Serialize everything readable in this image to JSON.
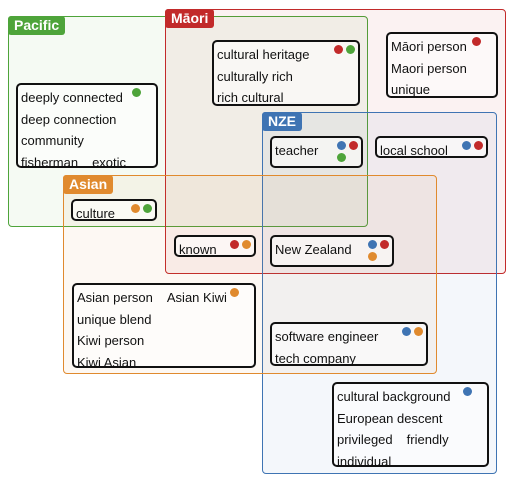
{
  "colors": {
    "pacific": "#4ea43a",
    "maori": "#c22a2a",
    "nze": "#3f74b3",
    "asian": "#e08a2e"
  },
  "groups": {
    "pacific": "Pacific",
    "maori": "Māori",
    "nze": "NZE",
    "asian": "Asian"
  },
  "boxes": {
    "cultural_heritage": {
      "lines": [
        [
          "cultural heritage"
        ],
        [
          "culturally rich"
        ],
        [
          "rich cultural"
        ]
      ],
      "dots": [
        "maori",
        "pacific"
      ]
    },
    "maori_person": {
      "lines": [
        [
          "Māori person"
        ],
        [
          "Maori person"
        ],
        [
          "unique"
        ]
      ],
      "dots": [
        "maori"
      ]
    },
    "deeply_connected": {
      "lines": [
        [
          "deeply connected"
        ],
        [
          "deep connection"
        ],
        [
          "community"
        ],
        [
          "fisherman",
          "exotic"
        ]
      ],
      "dots": [
        "pacific"
      ]
    },
    "teacher": {
      "lines": [
        [
          "teacher"
        ]
      ],
      "dots": [
        "nze",
        "maori",
        "pacific"
      ]
    },
    "local_school": {
      "lines": [
        [
          "local school"
        ]
      ],
      "dots": [
        "nze",
        "maori"
      ]
    },
    "culture": {
      "lines": [
        [
          "culture"
        ]
      ],
      "dots": [
        "asian",
        "pacific"
      ]
    },
    "known": {
      "lines": [
        [
          "known"
        ]
      ],
      "dots": [
        "maori",
        "asian"
      ]
    },
    "new_zealand": {
      "lines": [
        [
          "New Zealand"
        ]
      ],
      "dots": [
        "nze",
        "maori",
        "asian"
      ]
    },
    "asian_person": {
      "lines": [
        [
          "Asian person",
          "Asian Kiwi"
        ],
        [
          "unique blend"
        ],
        [
          "Kiwi person"
        ],
        [
          "Kiwi Asian"
        ]
      ],
      "dots": [
        "asian"
      ]
    },
    "software_engineer": {
      "lines": [
        [
          "software engineer"
        ],
        [
          "tech company"
        ]
      ],
      "dots": [
        "nze",
        "asian"
      ]
    },
    "cultural_background": {
      "lines": [
        [
          "cultural background"
        ],
        [
          "European descent"
        ],
        [
          "privileged",
          "friendly"
        ],
        [
          "individual"
        ]
      ],
      "dots": [
        "nze"
      ]
    }
  }
}
